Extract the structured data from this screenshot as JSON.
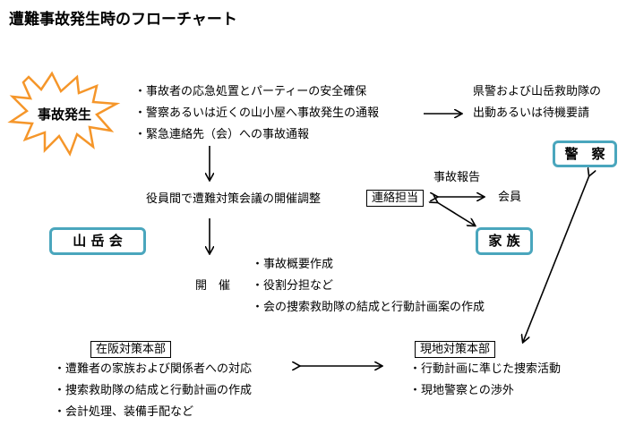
{
  "title": "遭難事故発生時のフローチャート",
  "burst_label": "事故発生",
  "initial_actions": [
    "・事故者の応急処置とパーティーの安全確保",
    "・警察あるいは近くの山小屋へ事故発生の通報",
    "・緊急連絡先（会）への事故通報"
  ],
  "police_dispatch": [
    "県警および山岳救助隊の",
    "出動あるいは待機要請"
  ],
  "police_box": "警　察",
  "coordination": "役員間で遭難対策会議の開催調整",
  "liaison_box": "連絡担当",
  "accident_report": "事故報告",
  "members": "会員",
  "family_box": "家 族",
  "club_box": "山 岳 会",
  "meeting_label": "開　催",
  "meeting_items": [
    "・事故概要作成",
    "・役割分担など",
    "・会の捜索救助隊の結成と行動計画案の作成"
  ],
  "osaka_hq": {
    "title": "在阪対策本部",
    "items": [
      "・遭難者の家族および関係者への対応",
      "・捜索救助隊の結成と行動計画の作成",
      "・会計処理、装備手配など"
    ]
  },
  "local_hq": {
    "title": "現地対策本部",
    "items": [
      "・行動計画に準じた捜索活動",
      "・現地警察との渉外"
    ]
  },
  "colors": {
    "burst_fill": "#ffffff",
    "burst_stroke": "#f5962a",
    "box_border": "#4aa6bd"
  }
}
